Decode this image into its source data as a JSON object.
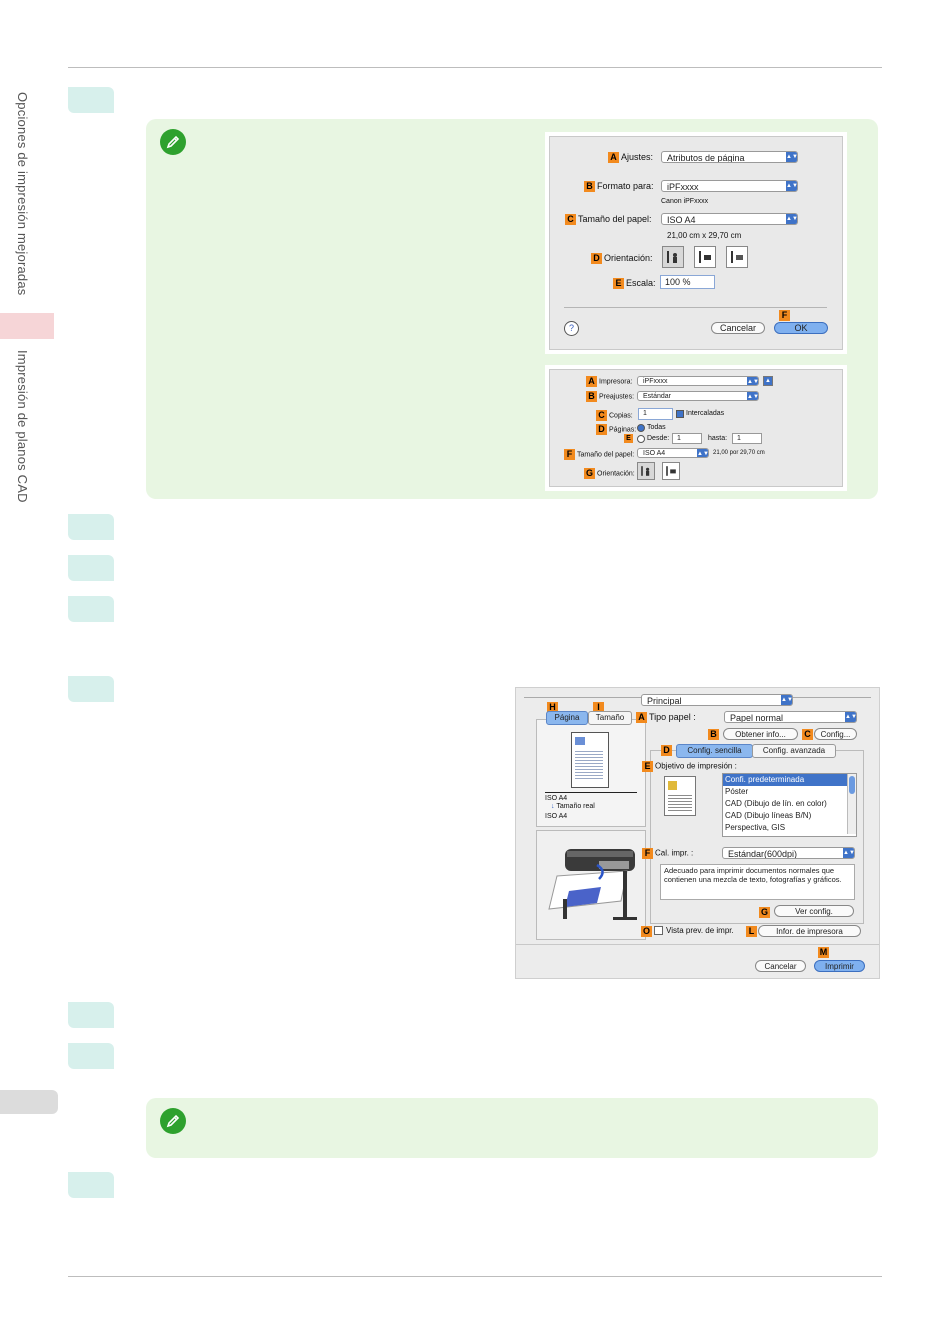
{
  "side_tabs": {
    "tab1": "Opciones de impresión mejoradas",
    "tab2": "Impresión de planos CAD"
  },
  "colors": {
    "note_bg": "#e8f6e2",
    "step_bg": "#d7f0ec",
    "tag_orange": "#f28a1e",
    "accent_blue": "#3f73c8"
  },
  "page_setup": {
    "ajustes_label": "Ajustes:",
    "ajustes_value": "Atributos de página",
    "formato_label": "Formato para:",
    "formato_value": "iPFxxxx",
    "formato_sub": "Canon iPFxxxx",
    "tamano_label": "Tamaño del papel:",
    "tamano_value": "ISO A4",
    "tamano_sub": "21,00 cm x 29,70 cm",
    "orient_label": "Orientación:",
    "escala_label": "Escala:",
    "escala_value": "100 %",
    "help": "?",
    "cancel": "Cancelar",
    "ok": "OK",
    "tags": {
      "a": "A",
      "b": "B",
      "c": "C",
      "d": "D",
      "e": "E",
      "f": "F"
    }
  },
  "print_dialog": {
    "impresora_label": "Impresora:",
    "impresora_value": "iPFxxxx",
    "preajustes_label": "Preajustes:",
    "preajustes_value": "Estándar",
    "copias_label": "Copias:",
    "copias_value": "1",
    "intercaladas": "Intercaladas",
    "paginas_label": "Páginas:",
    "todas": "Todas",
    "desde": "Desde:",
    "desde_value": "1",
    "hasta": "hasta:",
    "hasta_value": "1",
    "tamano_label": "Tamaño del papel:",
    "tamano_value": "ISO A4",
    "tamano_sub": "21,00 por 29,70 cm",
    "orient_label": "Orientación:",
    "tags": {
      "a": "A",
      "b": "B",
      "c": "C",
      "d": "D",
      "e": "E",
      "f": "F",
      "g": "G"
    }
  },
  "driver_dialog": {
    "principal": "Principal",
    "tab_pagina": "Página",
    "tab_tamano": "Tamaño",
    "tipo_papel_label": "Tipo papel :",
    "tipo_papel_value": "Papel normal",
    "obtener_info": "Obtener info...",
    "config": "Config...",
    "tab_sencilla": "Config. sencilla",
    "tab_avanzada": "Config. avanzada",
    "objetivo_label": "Objetivo de impresión :",
    "objetivos": [
      "Confi. predeterminada",
      "Póster",
      "CAD (Dibujo de lín. en color)",
      "CAD (Dibujo líneas B/N)",
      "Perspectiva, GIS"
    ],
    "preview_size1": "ISO A4",
    "preview_size_mid": "Tamaño real",
    "preview_size2": "ISO A4",
    "cal_label": "Cal. impr. :",
    "cal_value": "Estándar(600dpi)",
    "description": "Adecuado para imprimir documentos normales que contienen una mezcla de texto, fotografías y gráficos.",
    "ver_config": "Ver config.",
    "vista_prev": "Vista prev. de impr.",
    "infor_impresora": "Infor. de impresora",
    "cancelar": "Cancelar",
    "imprimir": "Imprimir",
    "tags": {
      "h": "H",
      "i": "I",
      "a": "A",
      "b": "B",
      "c": "C",
      "d": "D",
      "e": "E",
      "f": "F",
      "g": "G",
      "o": "O",
      "l": "L",
      "m": "M"
    }
  }
}
